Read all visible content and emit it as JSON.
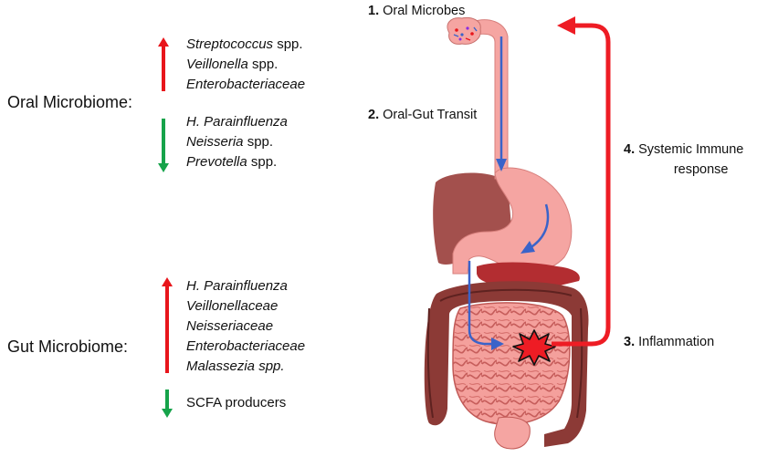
{
  "oral": {
    "label": "Oral Microbiome:",
    "increased": [
      {
        "name": "Streptococcus",
        "suffix": " spp."
      },
      {
        "name": "Veillonella",
        "suffix": " spp."
      },
      {
        "name": "Enterobacteriaceae",
        "suffix": ""
      }
    ],
    "decreased": [
      {
        "name": "H. Parainfluenza",
        "suffix": ""
      },
      {
        "name": "Neisseria",
        "suffix": " spp."
      },
      {
        "name": "Prevotella",
        "suffix": " spp."
      }
    ]
  },
  "gut": {
    "label": "Gut Microbiome:",
    "increased": [
      {
        "name": "H. Parainfluenza",
        "suffix": ""
      },
      {
        "name": "Veillonellaceae",
        "suffix": ""
      },
      {
        "name": "Neisseriaceae",
        "suffix": ""
      },
      {
        "name": "Enterobacteriaceae",
        "suffix": ""
      },
      {
        "name": "Malassezia spp.",
        "suffix": ""
      }
    ],
    "decreased": [
      {
        "name": "SCFA producers",
        "suffix": ""
      }
    ]
  },
  "steps": {
    "s1": {
      "num": "1.",
      "text": "Oral Microbes"
    },
    "s2": {
      "num": "2.",
      "text": "Oral-Gut Transit"
    },
    "s3": {
      "num": "3.",
      "text": "Inflammation"
    },
    "s4": {
      "num": "4.",
      "text": "Systemic Immune",
      "text2": "response"
    }
  },
  "colors": {
    "up": "#e8151b",
    "down": "#16a34a",
    "feedback": "#ee1c24",
    "transit": "#3a63c9",
    "gi_pink": "#f5a5a2",
    "liver": "#a3504d",
    "colon": "#8c3a36",
    "pancreas": "#b32d31"
  }
}
